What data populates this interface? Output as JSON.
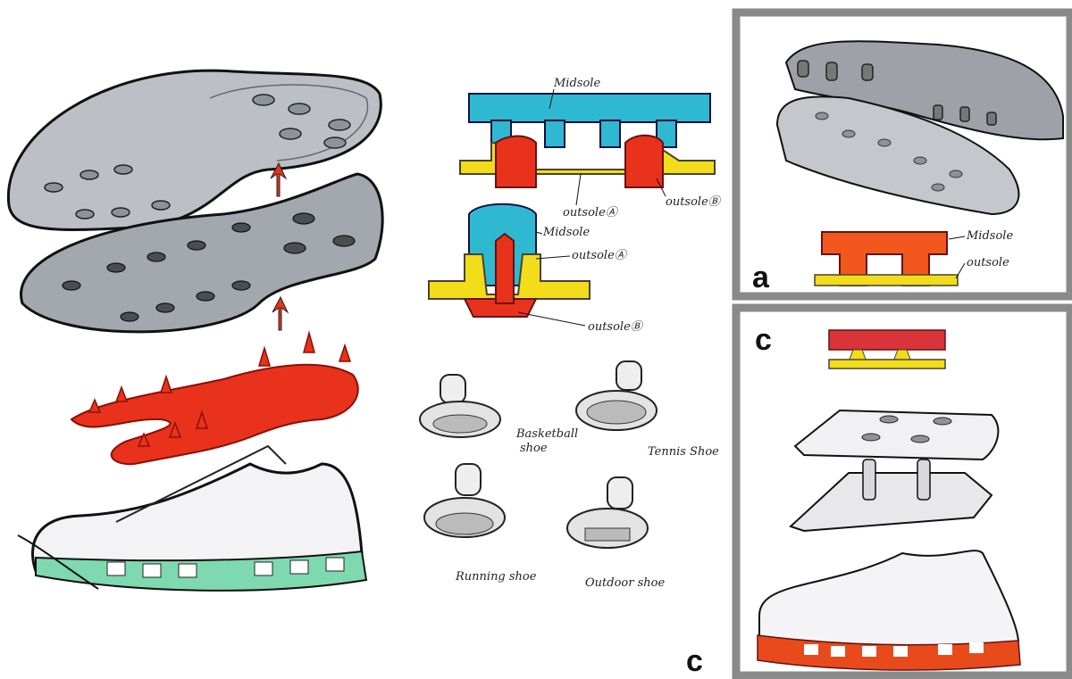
{
  "colors": {
    "midsole_blue": "#2fb9d0",
    "outsole_yellow": "#f3dc1a",
    "spike_red": "#e8321c",
    "cushion_green": "#7fd9b0",
    "sole_grey": "#b9bcc2",
    "panel_border": "#8a8a8a"
  },
  "labels": {
    "midsole_top": "Midsole",
    "outsole_a": "outsoleⒶ",
    "outsole_b": "outsoleⒷ",
    "midsole_mid": "Midsole",
    "outsole_a2": "outsoleⒶ",
    "outsole_b2": "outsoleⒷ",
    "basketball": "Basketball",
    "basketball2": "shoe",
    "tennis": "Tennis Shoe",
    "running": "Running shoe",
    "outdoor": "Outdoor shoe",
    "panel_a_midsole": "Midsole",
    "panel_a_outsole": "outsole"
  },
  "panel_letters": {
    "main": "c",
    "top_right": "a",
    "bottom_right": "c"
  }
}
